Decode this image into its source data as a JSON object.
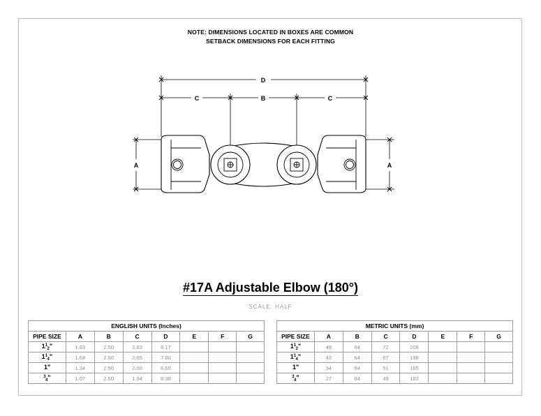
{
  "note": {
    "line1": "NOTE: DIMENSIONS LOCATED IN BOXES ARE COMMON",
    "line2": "SETBACK DIMENSIONS FOR EACH FITTING"
  },
  "dimension_labels": {
    "d": "D",
    "c_left": "C",
    "b": "B",
    "c_right": "C",
    "a_left": "A",
    "a_right": "A"
  },
  "title": "#17A Adjustable Elbow (180°)",
  "scale": "SCALE:  HALF",
  "english": {
    "caption": "ENGLISH UNITS (Inches)",
    "headers": [
      "PIPE SIZE",
      "A",
      "B",
      "C",
      "D",
      "E",
      "F",
      "G"
    ],
    "rows": [
      {
        "size_whole": "1",
        "size_num": "1",
        "size_den": "2",
        "size_suffix": "\"",
        "values": [
          "1.93",
          "2.50",
          "2.83",
          "8.17",
          "",
          "",
          ""
        ]
      },
      {
        "size_whole": "1",
        "size_num": "1",
        "size_den": "4",
        "size_suffix": "\"",
        "values": [
          "1.68",
          "2.50",
          "2.65",
          "7.80",
          "",
          "",
          ""
        ]
      },
      {
        "size_whole": "1\"",
        "size_num": "",
        "size_den": "",
        "size_suffix": "",
        "values": [
          "1.34",
          "2.50",
          "2.00",
          "6.50",
          "",
          "",
          ""
        ]
      },
      {
        "size_whole": "",
        "size_num": "3",
        "size_den": "4",
        "size_suffix": "\"",
        "values": [
          "1.07",
          "2.50",
          "1.94",
          "6.38",
          "",
          "",
          ""
        ]
      }
    ]
  },
  "metric": {
    "caption": "METRIC UNITS (mm)",
    "headers": [
      "PIPE SIZE",
      "A",
      "B",
      "C",
      "D",
      "E",
      "F",
      "G"
    ],
    "rows": [
      {
        "size_whole": "1",
        "size_num": "1",
        "size_den": "2",
        "size_suffix": "\"",
        "values": [
          "49",
          "64",
          "72",
          "208",
          "",
          "",
          ""
        ]
      },
      {
        "size_whole": "1",
        "size_num": "1",
        "size_den": "4",
        "size_suffix": "\"",
        "values": [
          "43",
          "64",
          "67",
          "198",
          "",
          "",
          ""
        ]
      },
      {
        "size_whole": "1\"",
        "size_num": "",
        "size_den": "",
        "size_suffix": "",
        "values": [
          "34",
          "64",
          "51",
          "165",
          "",
          "",
          ""
        ]
      },
      {
        "size_whole": "",
        "size_num": "3",
        "size_den": "4",
        "size_suffix": "\"",
        "values": [
          "27",
          "64",
          "49",
          "162",
          "",
          "",
          ""
        ]
      }
    ]
  }
}
